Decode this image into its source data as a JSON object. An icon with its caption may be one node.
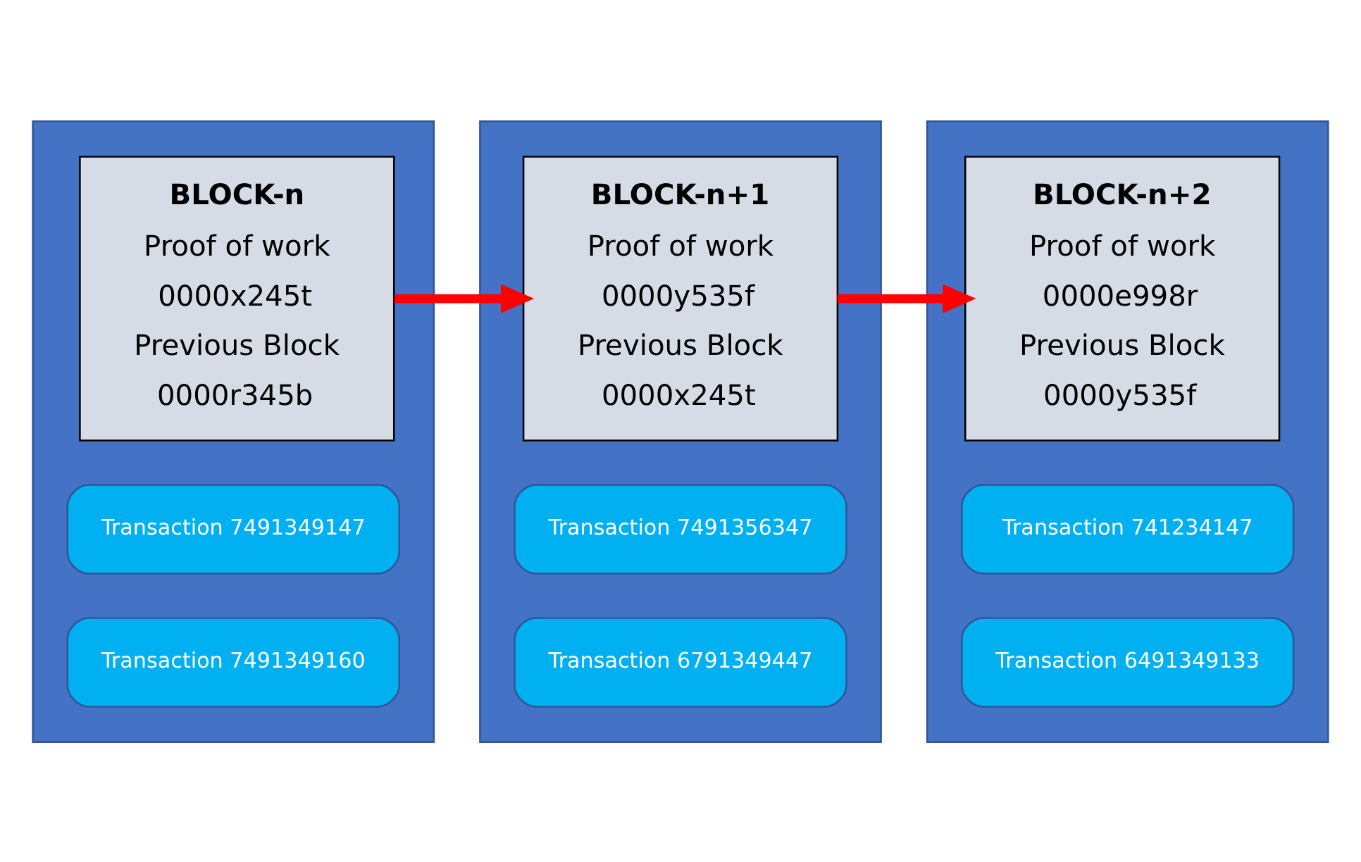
{
  "diagram": {
    "nodes": [
      {
        "text": [],
        "shape": "box"
      },
      {
        "text": [
          "BLOCK-n",
          "Proof of work",
          "0000x245t",
          "Previous Block",
          "0000r345b"
        ],
        "in": 0
      },
      {
        "text": [
          "Transaction 7491349147"
        ],
        "in": 0
      },
      {
        "text": [
          "Transaction 7491349160"
        ],
        "in": 0
      },
      {
        "text": [],
        "shape": "box"
      },
      {
        "text": [
          "BLOCK-n+1",
          "Proof of work",
          "0000y535f",
          "Previous Block",
          "0000x245t"
        ],
        "in": 4
      },
      {
        "text": [
          "Transaction 7491356347"
        ],
        "in": 4
      },
      {
        "text": [
          "Transaction 6791349447"
        ],
        "in": 4
      },
      {
        "text": [],
        "shape": "box"
      },
      {
        "text": [
          "BLOCK-n+2",
          "Proof of work",
          "0000e998r",
          "Previous Block",
          "0000y535f"
        ],
        "in": 8
      },
      {
        "text": [
          "Transaction 741234147"
        ],
        "in": 8
      },
      {
        "text": [
          "Transaction 6491349133"
        ],
        "in": 8
      }
    ],
    "edges": [
      {
        "from": 1,
        "to": 5,
        "arrow": "to"
      },
      {
        "from": 5,
        "to": 9,
        "arrow": "to"
      }
    ]
  }
}
